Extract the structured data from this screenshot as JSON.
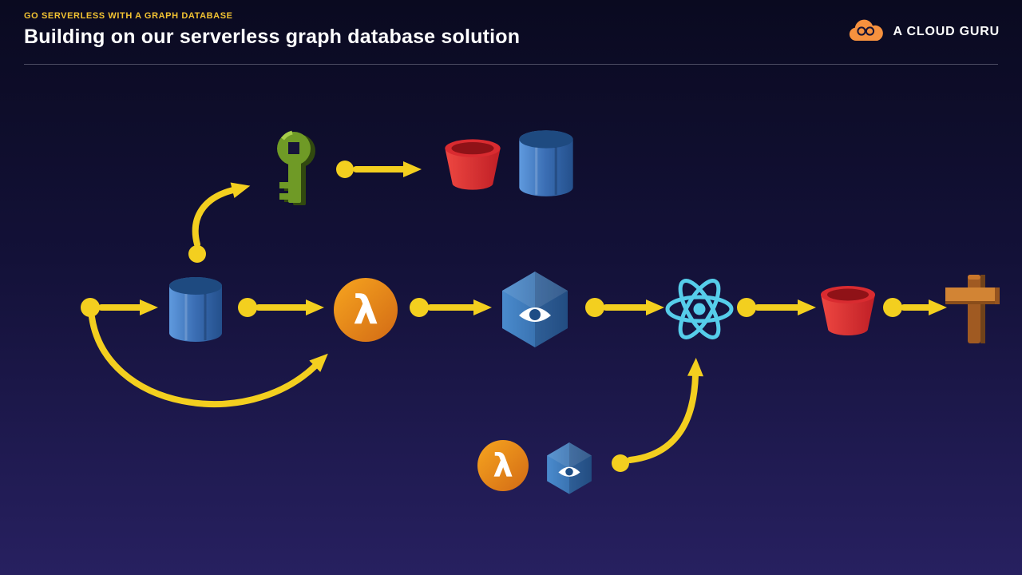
{
  "header": {
    "eyebrow": "GO SERVERLESS WITH A GRAPH DATABASE",
    "title": "Building on our serverless graph database solution",
    "brand": "A CLOUD GURU"
  },
  "diagram": {
    "lambda_glyph": "λ",
    "colors": {
      "arrow_yellow": "#f3cf1f",
      "lambda_orange": "#e8821f",
      "react_cyan": "#56cdea",
      "bucket_red": "#d8232a",
      "database_blue": "#3b6db4",
      "appsync_blue": "#2f6aa8",
      "key_green": "#6f9a26",
      "signpost_brown": "#c9762b"
    },
    "icons": [
      "database-icon",
      "lambda-icon",
      "appsync-icon",
      "react-icon",
      "bucket-icon",
      "key-icon",
      "signpost-icon"
    ]
  }
}
